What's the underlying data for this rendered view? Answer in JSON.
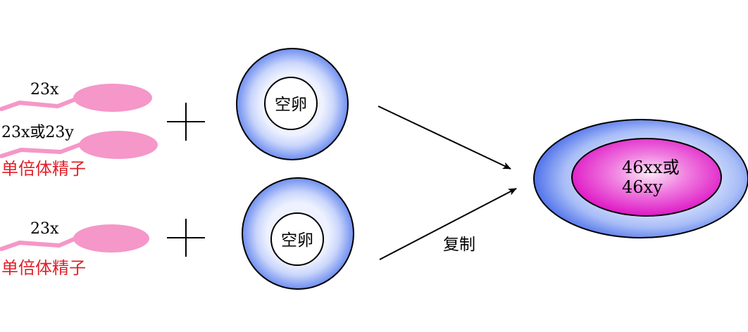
{
  "labels": {
    "sperm_top_1": "23x",
    "sperm_top_2": "23x或23y",
    "haploid_top": "单倍体精子",
    "sperm_bottom": "23x",
    "haploid_bottom": "单倍体精子",
    "egg_top": "空卵",
    "egg_bottom": "空卵",
    "copy": "复制",
    "result_line1": "46xx或",
    "result_line2": "46xy"
  },
  "colors": {
    "sperm": "#f597c8",
    "egg_ring_outer": "#6f8ff0",
    "egg_ring_inner": "#d3dcfa",
    "result_outer": "#5577ee",
    "result_inner": "#e020c8",
    "red_text": "#e0202a"
  }
}
